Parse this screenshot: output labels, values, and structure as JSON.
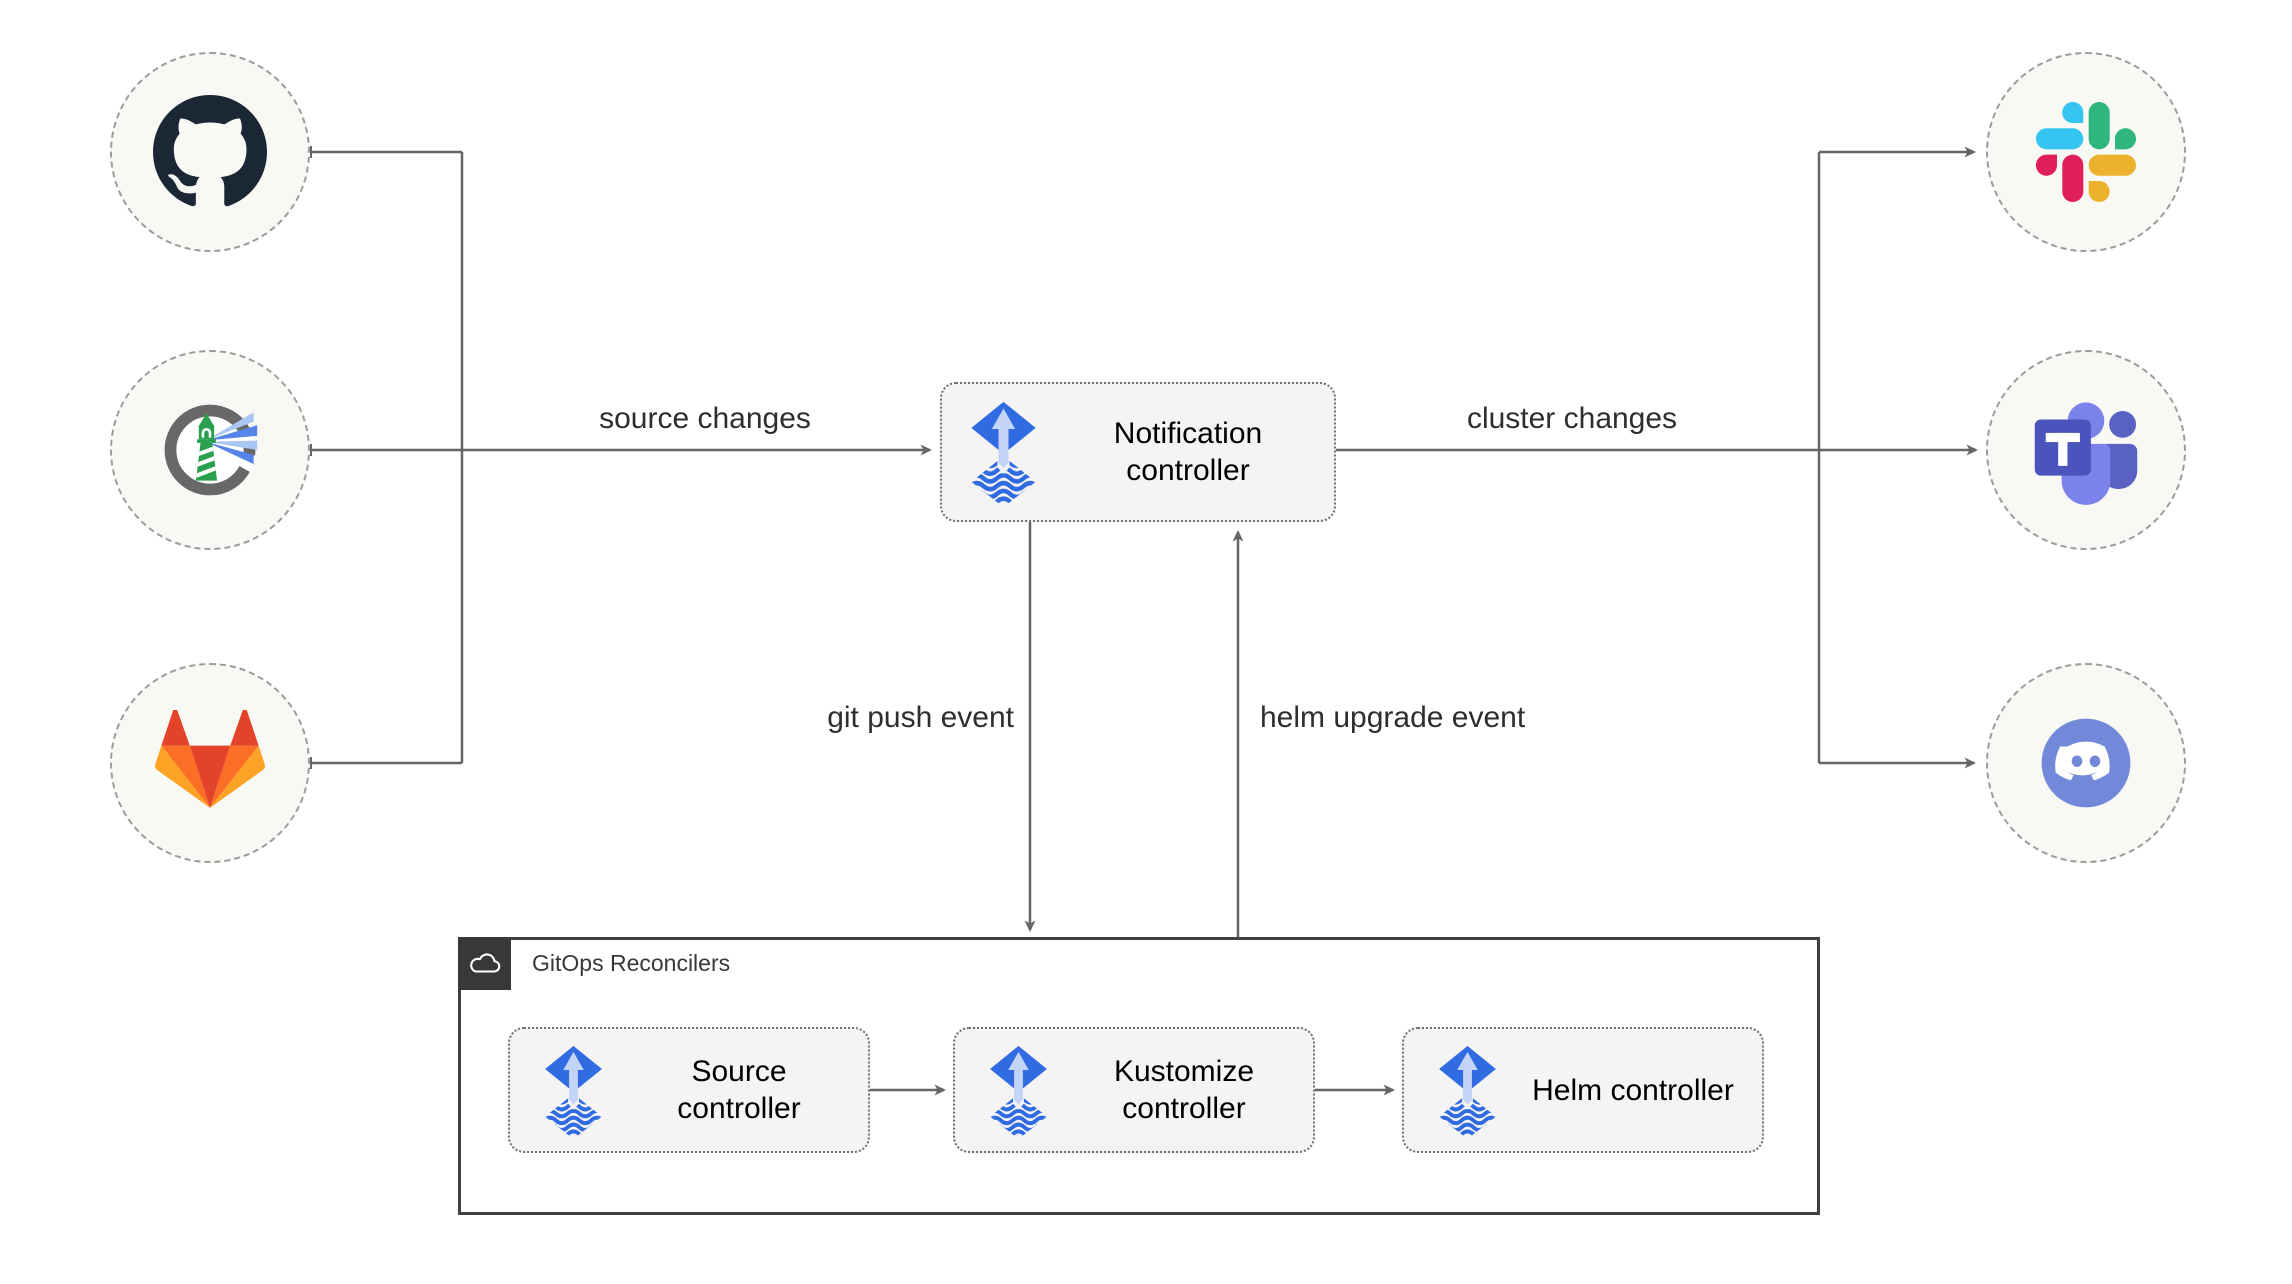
{
  "diagram": {
    "sources": [
      {
        "id": "github",
        "icon": "github-icon"
      },
      {
        "id": "harbor",
        "icon": "harbor-icon"
      },
      {
        "id": "gitlab",
        "icon": "gitlab-icon"
      }
    ],
    "targets": [
      {
        "id": "slack",
        "icon": "slack-icon"
      },
      {
        "id": "microsoft-teams",
        "icon": "microsoft-teams-icon"
      },
      {
        "id": "discord",
        "icon": "discord-icon"
      }
    ],
    "notification_controller": {
      "label": "Notification controller",
      "icon": "flux-icon"
    },
    "edge_labels": {
      "source_changes": "source changes",
      "cluster_changes": "cluster changes",
      "git_push_event": "git push event",
      "helm_upgrade_event": "helm upgrade event"
    },
    "reconcilers": {
      "title": "GitOps Reconcilers",
      "badge_icon": "cloud-icon",
      "controllers": [
        {
          "label": "Source controller",
          "icon": "flux-icon"
        },
        {
          "label": "Kustomize controller",
          "icon": "flux-icon"
        },
        {
          "label": "Helm controller",
          "icon": "flux-icon"
        }
      ]
    },
    "colors": {
      "connector_gray": "#666666",
      "container_border": "#404040",
      "badge_background": "#383838",
      "node_fill": "#f8f8f5",
      "node_border": "#9c9c9c",
      "box_fill": "#f4f4f4",
      "box_border": "#6f6f6f",
      "flux_blue": "#316be2",
      "flux_light_blue": "#c3d4f6",
      "github_dark": "#1b2734",
      "gitlab_red": "#e24329",
      "gitlab_orange": "#fc6d26",
      "gitlab_yellow": "#fca326",
      "slack_blue": "#36c5f0",
      "slack_green": "#2eb67d",
      "slack_yellow": "#ecb22e",
      "slack_pink": "#e01e5a",
      "teams_purple": "#4b53bc",
      "discord_blurple": "#7289da",
      "harbor_green": "#2ba04f"
    }
  }
}
